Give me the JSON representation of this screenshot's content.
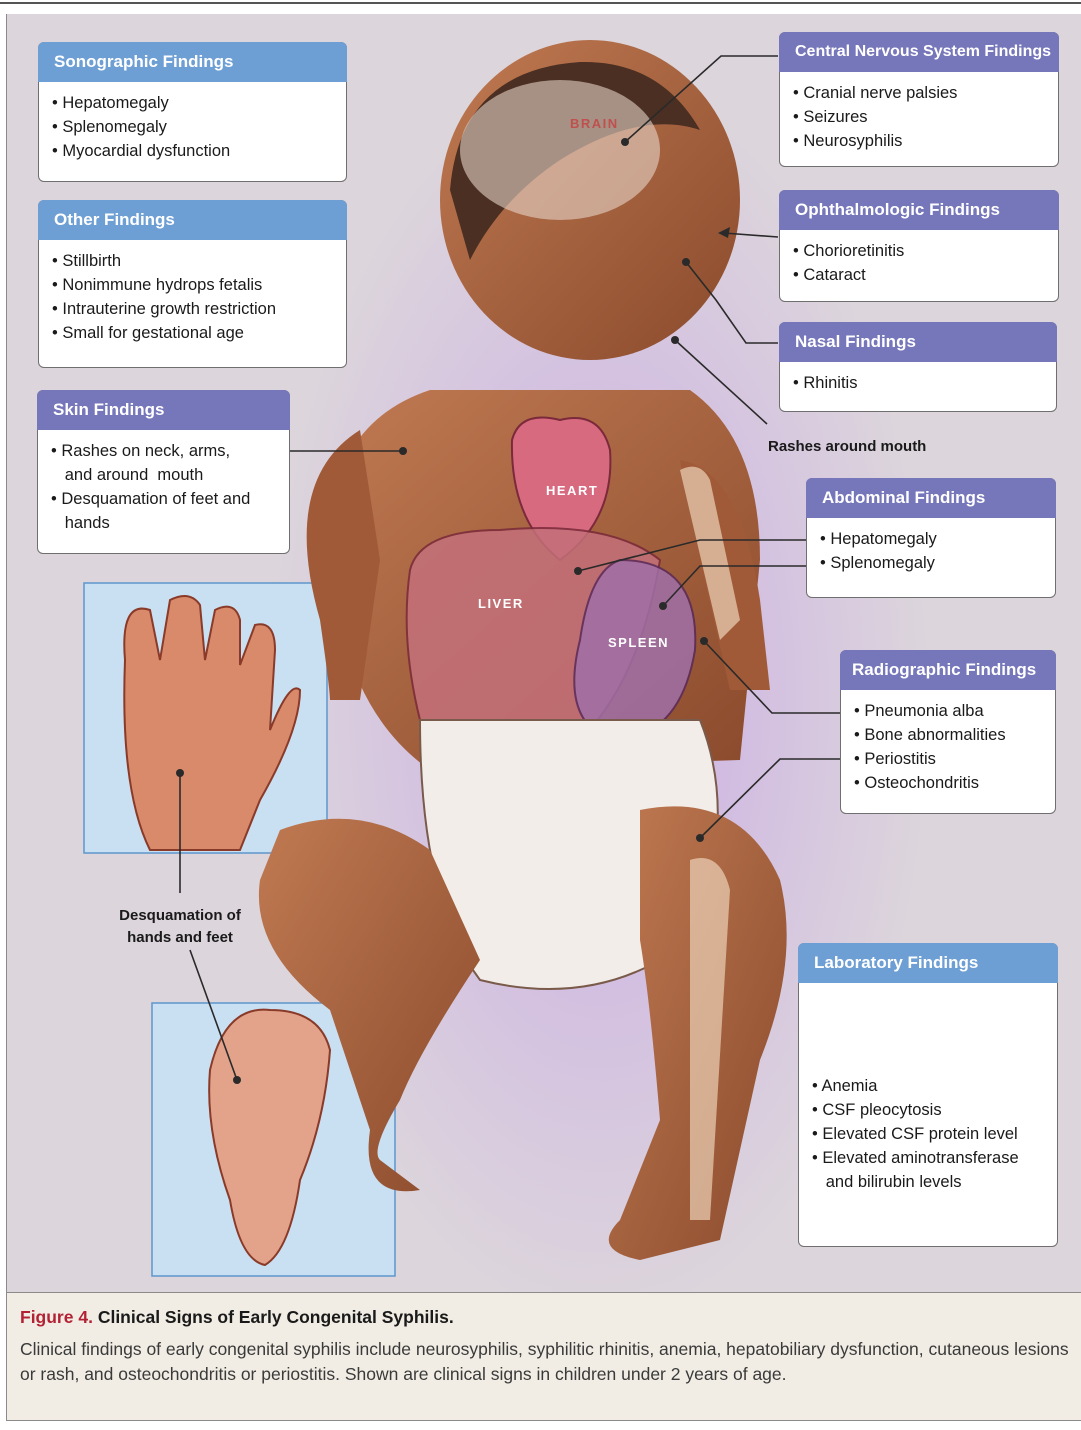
{
  "organ_labels": {
    "brain": "BRAIN",
    "heart": "HEART",
    "liver": "LIVER",
    "spleen": "SPLEEN"
  },
  "callout_labels": {
    "rashes_mouth": "Rashes around mouth",
    "desquamation_line1": "Desquamation of",
    "desquamation_line2": "hands and feet"
  },
  "boxes": {
    "sonographic": {
      "title": "Sonographic Findings",
      "items": [
        "• Hepatomegaly",
        "• Splenomegaly",
        "• Myocardial dysfunction"
      ]
    },
    "other": {
      "title": "Other Findings",
      "items": [
        "• Stillbirth",
        "• Nonimmune hydrops fetalis",
        "• Intrauterine growth restriction",
        "• Small for gestational age"
      ]
    },
    "skin": {
      "title": "Skin Findings",
      "items": [
        "• Rashes on neck, arms,",
        "   and around  mouth",
        "• Desquamation of feet and",
        "   hands"
      ]
    },
    "cns": {
      "title": "Central Nervous System Findings",
      "items": [
        "• Cranial nerve palsies",
        "• Seizures",
        "• Neurosyphilis"
      ]
    },
    "ophthalmologic": {
      "title": "Ophthalmologic Findings",
      "items": [
        "• Chorioretinitis",
        "• Cataract"
      ]
    },
    "nasal": {
      "title": "Nasal Findings",
      "items": [
        "• Rhinitis"
      ]
    },
    "abdominal": {
      "title": "Abdominal Findings",
      "items": [
        "• Hepatomegaly",
        "• Splenomegaly"
      ]
    },
    "radiographic": {
      "title": "Radiographic Findings",
      "items": [
        "• Pneumonia alba",
        "• Bone abnormalities",
        "• Periostitis",
        "• Osteochondritis"
      ]
    },
    "laboratory": {
      "title": "Laboratory Findings",
      "items": [
        "• Anemia",
        "• CSF pleocytosis",
        "• Elevated CSF protein level",
        "• Elevated aminotransferase",
        "   and bilirubin levels"
      ]
    }
  },
  "caption": {
    "figure_number": "Figure 4.",
    "title": "Clinical Signs of Early Congenital Syphilis.",
    "body": "Clinical findings of early congenital syphilis include neurosyphilis, syphilitic rhinitis, anemia, hepatobiliary dysfunction, cutaneous lesions or rash, and osteochondritis or periostitis. Shown are clinical signs in children under 2 years of age."
  },
  "colors": {
    "blue_header": "#6e9fd4",
    "purple_header": "#7676bb",
    "figure_label_red": "#b22234",
    "caption_background": "#f1ede4"
  }
}
